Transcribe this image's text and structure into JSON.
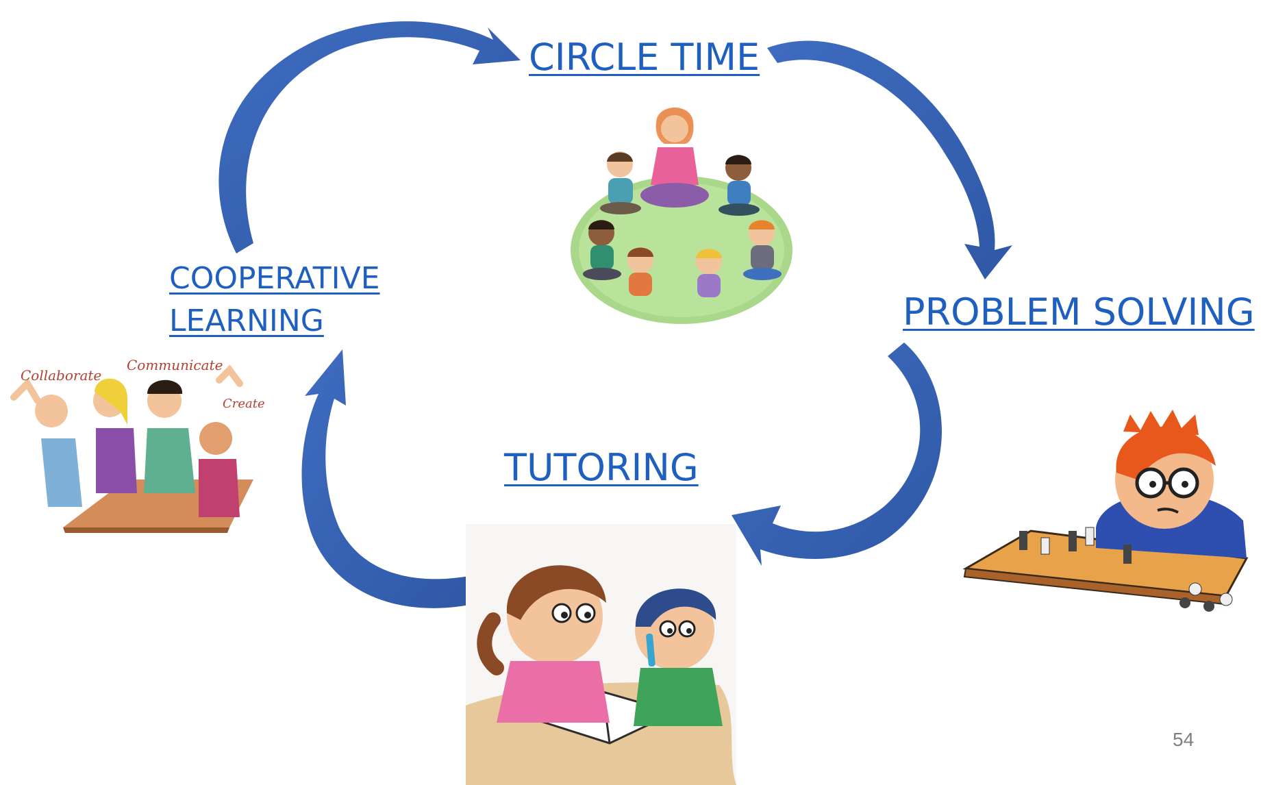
{
  "cycle": {
    "nodes": [
      {
        "id": "circle-time",
        "label": "CIRCLE TIME"
      },
      {
        "id": "problem-solving",
        "label": "PROBLEM SOLVING"
      },
      {
        "id": "tutoring",
        "label": "TUTORING"
      },
      {
        "id": "cooperative-learning",
        "label_lines": [
          "COOPERATIVE",
          "LEARNING"
        ]
      }
    ],
    "arrow_color": "#3b67b8",
    "link_color": "#1f5fbf"
  },
  "illustrations": {
    "circle_time": {
      "description_icon": "children-sitting-in-circle-icon"
    },
    "problem_solving": {
      "description_icon": "boy-playing-chess-icon"
    },
    "tutoring": {
      "description_icon": "children-reading-book-icon"
    },
    "cooperative_learning": {
      "description_icon": "group-collaborating-icon",
      "words": [
        "Collaborate",
        "Communicate",
        "Create"
      ]
    }
  },
  "footer": {
    "page_number": "54"
  }
}
